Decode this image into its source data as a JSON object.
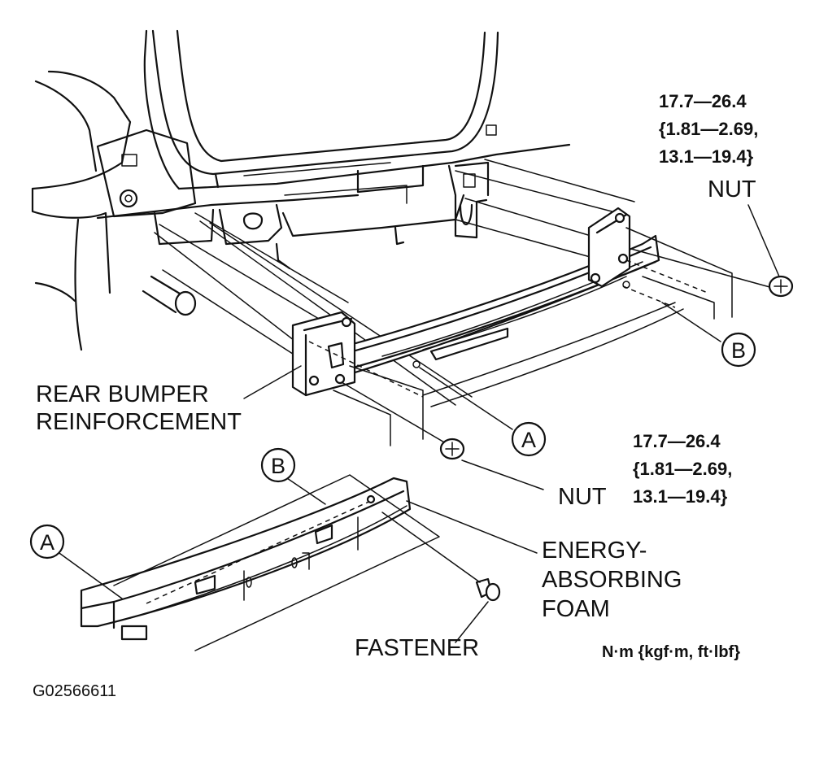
{
  "labels": {
    "nut_top": "NUT",
    "nut_bottom": "NUT",
    "rear_bumper_line1": "REAR BUMPER",
    "rear_bumper_line2": "REINFORCEMENT",
    "energy_line1": "ENERGY-",
    "energy_line2": "ABSORBING",
    "energy_line3": "FOAM",
    "fastener": "FASTENER"
  },
  "torque_top": {
    "line1": "17.7—26.4",
    "line2": "{1.81—2.69,",
    "line3": "13.1—19.4}"
  },
  "torque_bottom": {
    "line1": "17.7—26.4",
    "line2": "{1.81—2.69,",
    "line3": "13.1—19.4}"
  },
  "callouts": {
    "a_upper": "A",
    "b_upper": "B",
    "a_lower": "A",
    "b_lower": "B"
  },
  "units": "N·m {kgf·m, ft·lbf}",
  "figure_code": "G02566611",
  "colors": {
    "ink": "#111111",
    "paper": "#ffffff"
  }
}
